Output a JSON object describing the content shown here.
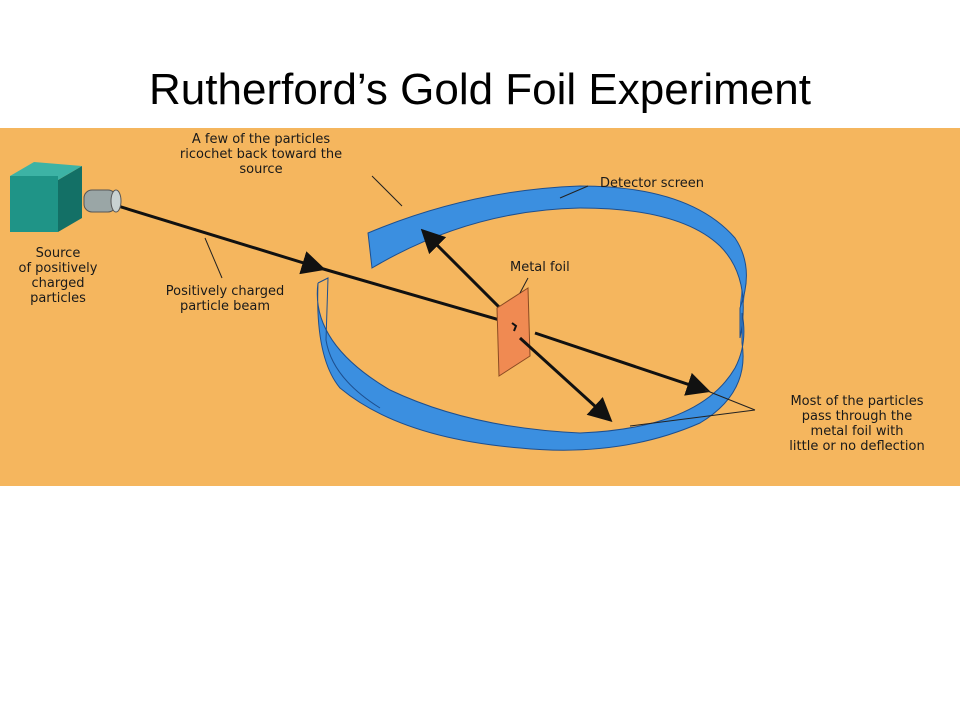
{
  "title": "Rutherford’s Gold Foil Experiment",
  "labels": {
    "ricochet": [
      "A few of the particles",
      "ricochet back toward the",
      "source"
    ],
    "detector": "Detector screen",
    "source": [
      "Source",
      "of positively",
      "charged",
      "particles"
    ],
    "beam": [
      "Positively charged",
      "particle beam"
    ],
    "foil": "Metal foil",
    "pass": [
      "Most of the particles",
      "pass through the",
      "metal foil with",
      "little or no deflection"
    ]
  },
  "colors": {
    "background": "#f5b65e",
    "detector": "#3b8fe0",
    "detector_dark": "#2a6fc0",
    "foil": "#f08a52",
    "source_box": "#1f9487",
    "arrow": "#111111"
  }
}
